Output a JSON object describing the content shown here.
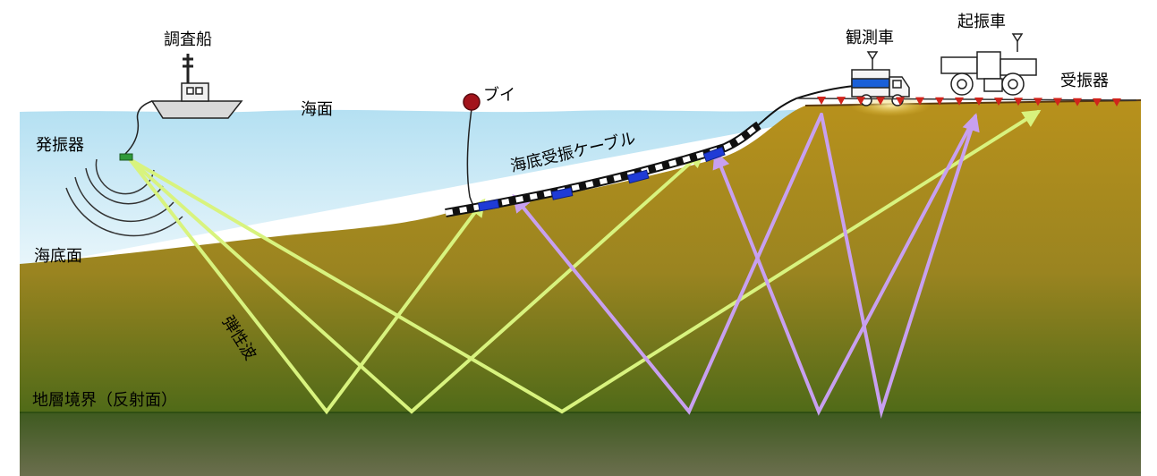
{
  "labels": {
    "survey_ship": "調査船",
    "sea_surface": "海面",
    "buoy": "ブイ",
    "observation_vehicle": "観測車",
    "vibrator_vehicle": "起振車",
    "land_receivers": "受振器",
    "source": "発振器",
    "ocean_bottom_cable": "海底受振ケーブル",
    "seafloor": "海底面",
    "elastic_wave": "弾性波",
    "reflector": "地層境界（反射面）"
  },
  "colors": {
    "sea": "#b9e4f3",
    "sediment": "#b5901e",
    "deep_layer": "#4e5a2c",
    "marine_ray": "#d8f37e",
    "land_ray": "#c8a0f0",
    "receiver": "#d0241c",
    "cable_block": "#1f3bd6",
    "buoy": "#a3141c"
  },
  "icons": {
    "ship": "survey-ship-icon",
    "buoy": "buoy-icon",
    "observation_truck": "observation-truck-icon",
    "vibrator_truck": "vibrator-truck-icon",
    "receiver": "receiver-triangle-icon",
    "source": "source-device-icon"
  }
}
